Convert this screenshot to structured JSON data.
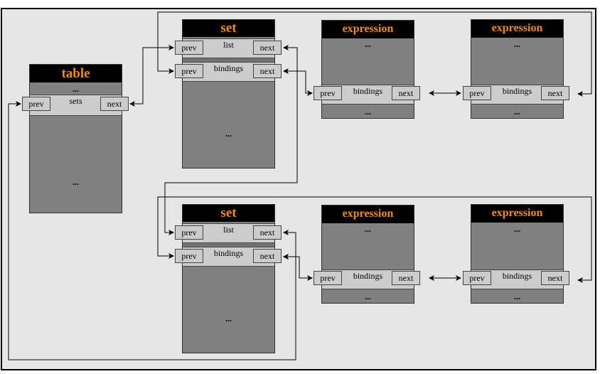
{
  "diagram": {
    "ellipsis": "...",
    "pointer_labels": {
      "prev": "prev",
      "next": "next"
    },
    "table": {
      "title": "table",
      "row_label": "sets"
    },
    "sets": [
      {
        "title": "set",
        "rows": [
          {
            "label": "list"
          },
          {
            "label": "bindings"
          }
        ],
        "expressions": [
          {
            "title": "expression",
            "row_label": "bindings"
          },
          {
            "title": "expression",
            "row_label": "bindings"
          }
        ]
      },
      {
        "title": "set",
        "rows": [
          {
            "label": "list"
          },
          {
            "label": "bindings"
          }
        ],
        "expressions": [
          {
            "title": "expression",
            "row_label": "bindings"
          },
          {
            "title": "expression",
            "row_label": "bindings"
          }
        ]
      }
    ],
    "colors": {
      "title_text": "#f28c0f",
      "title_bg": "#000000",
      "node_body": "#808080",
      "link_row": "#cccccc",
      "background": "#e6e6e6"
    }
  }
}
